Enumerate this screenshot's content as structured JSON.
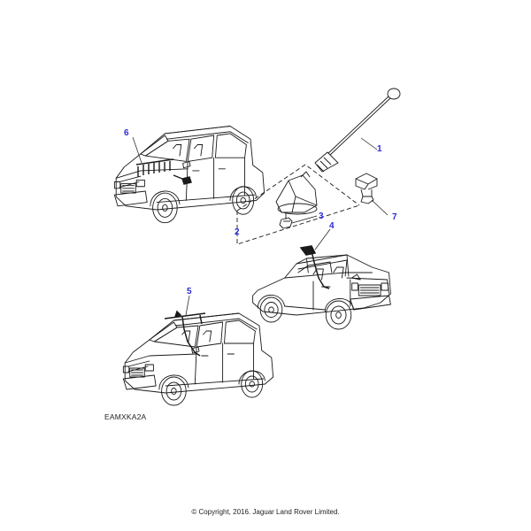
{
  "callouts": {
    "c1": "1",
    "c2": "2",
    "c3": "3",
    "c4": "4",
    "c5": "5",
    "c6": "6",
    "c7": "7"
  },
  "figure_code": "EAMXKA2A",
  "copyright": "© Copyright, 2016. Jaguar Land Rover Limited.",
  "colors": {
    "callout": "#2b2bd6",
    "line": "#1a1a1a",
    "background": "#ffffff"
  }
}
